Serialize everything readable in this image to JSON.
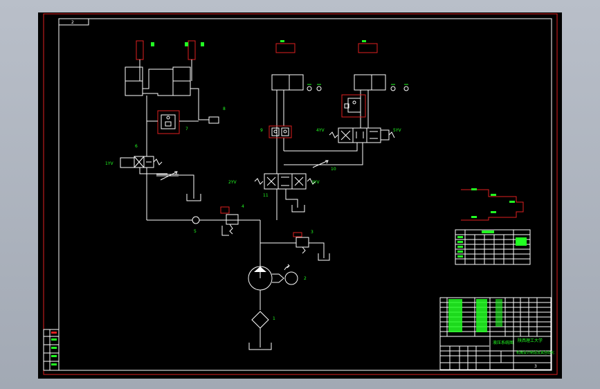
{
  "sheet": {
    "corner_label": "2",
    "sheet_number": "3"
  },
  "labels": {
    "filter": "1",
    "motor": "2",
    "relief_valve": "3",
    "check_valve_4": "4",
    "check_valve_5": "5",
    "valve_6": "6",
    "valve_7": "7",
    "valve_8": "8",
    "valve_9": "9",
    "throttle_10": "10",
    "valve_11": "11",
    "sol_1y": "1YV",
    "sol_2y": "2YV",
    "sol_3y": "3YV",
    "sol_4y": "4YV",
    "sol_5y": "5YV"
  },
  "title_block": {
    "drawing_name": "液压系统图",
    "school": "陕西理工大学",
    "major": "机械设计制造及其自动化"
  },
  "colors": {
    "frame_bg": "#000000",
    "lines": "#ffffff",
    "text": "#22ff22",
    "highlight": "#e02020"
  }
}
